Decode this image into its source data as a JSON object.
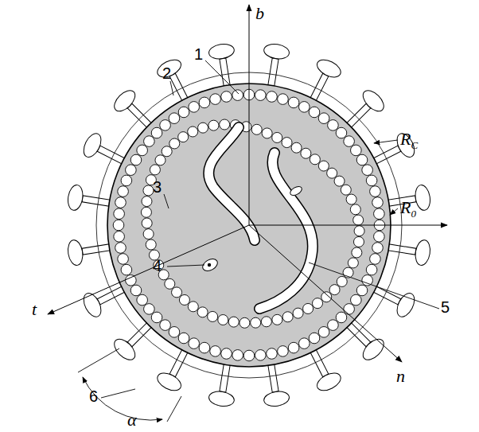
{
  "diagram": {
    "labels": [
      "1",
      "2",
      "3",
      "4",
      "5",
      "6",
      "b",
      "t",
      "n",
      "RC",
      "R0",
      "α"
    ]
  }
}
